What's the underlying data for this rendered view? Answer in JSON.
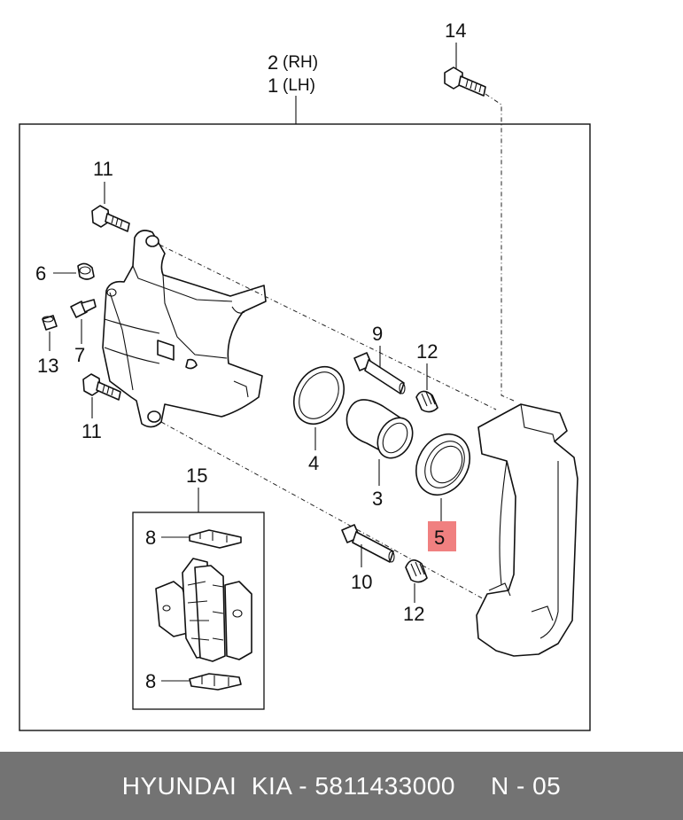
{
  "callouts": {
    "assembly_rh_num": "2",
    "assembly_rh_side": "(RH)",
    "assembly_lh_num": "1",
    "assembly_lh_side": "(LH)",
    "bolt_14": "14",
    "bolt_11_upper": "11",
    "cap_6": "6",
    "bleeder_7": "7",
    "cap_13": "13",
    "bolt_11_lower": "11",
    "pin_9": "9",
    "boot_12_upper": "12",
    "seal_4": "4",
    "piston_3": "3",
    "piston_seal_5": "5",
    "pad_kit_15": "15",
    "clip_8_upper": "8",
    "clip_8_lower": "8",
    "pin_10": "10",
    "boot_12_lower": "12"
  },
  "highlight_color": "#f08080",
  "highlighted_part": "5",
  "footer": {
    "brand": "HYUNDAI  KIA - 5811433000",
    "page": "N - 05"
  }
}
